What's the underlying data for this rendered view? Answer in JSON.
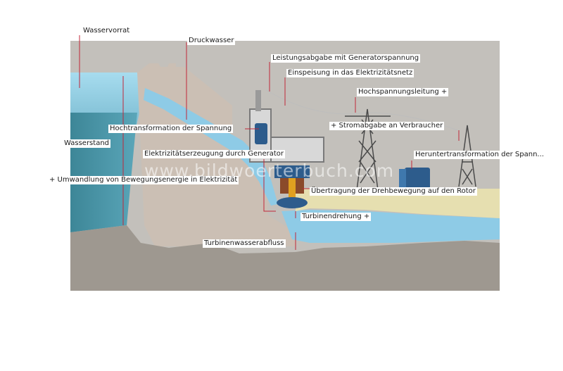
{
  "watermark": "www.bildwoerterbuch.com",
  "labels": {
    "wasservorrat": "Wasservorrat",
    "druckwasser": "Druckwasser",
    "leistungsabgabe": "Leistungsabgabe mit Generatorspannung",
    "einspeisung": "Einspeisung in das Elektrizitätsnetz",
    "hochspannungsleitung": "Hochspannungsleitung +",
    "hochtransformation": "Hochtransformation der Spannung",
    "stromabgabe": "+ Stromabgabe an Verbraucher",
    "wasserstand": "Wasserstand",
    "heruntertransformation": "Heruntertransformation der Spann...",
    "elektrizitaetserzeugung": "Elektrizitätserzeugung durch Generator",
    "umwandlung": "+ Umwandlung von Bewegungsenergie in Elektrizität",
    "uebertragung": "Übertragung der Drehbewegung auf den Rotor",
    "turbinendrehung": "Turbinendrehung +",
    "turbinenwasserabfluss": "Turbinenwasserabfluss"
  },
  "colors": {
    "water": "#8ecbe6",
    "water_deep": "#3f8ea0",
    "concrete": "#cbbfb4",
    "rock": "#9e9890",
    "ground": "#e6dfb0",
    "leader_line": "#c0273a",
    "equipment": "#2d5c8c",
    "tower": "#4a4a4a"
  }
}
